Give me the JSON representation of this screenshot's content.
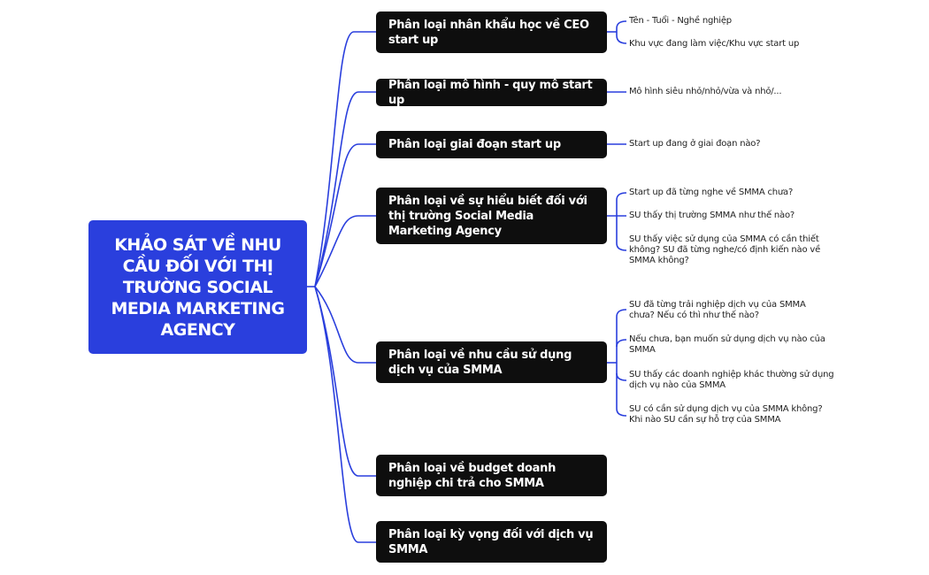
{
  "root": {
    "label": "KHẢO SÁT VỀ NHU CẦU ĐỐI VỚI THỊ TRƯỜNG SOCIAL MEDIA MARKETING AGENCY"
  },
  "colors": {
    "root_bg": "#2a3fdd",
    "branch_bg": "#0e0e0e",
    "connector": "#2a3fdd"
  },
  "branches": [
    {
      "label": "Phân loại nhân khẩu học về CEO start up",
      "children": [
        "Tên - Tuổi - Nghề nghiệp",
        "Khu vực đang làm việc/Khu vực start up"
      ]
    },
    {
      "label": "Phân loại mô hình - quy mô start up",
      "children": [
        "Mô hình siêu nhỏ/nhỏ/vừa và nhỏ/..."
      ]
    },
    {
      "label": "Phân loại giai đoạn start up",
      "children": [
        "Start up đang ở giai đoạn nào?"
      ]
    },
    {
      "label": "Phân loại về sự hiểu biết đối với thị trường Social Media Marketing Agency",
      "children": [
        "Start up đã từng nghe về SMMA chưa?",
        "SU thấy thị trường SMMA như thế nào?",
        "SU thấy việc sử dụng của SMMA có cần thiết không? SU đã từng nghe/có định kiến nào về SMMA không?"
      ]
    },
    {
      "label": "Phân loại về nhu cầu sử dụng dịch vụ của SMMA",
      "children": [
        "SU đã từng trải nghiệp dịch vụ của SMMA chưa? Nếu có thì như thế nào?",
        "Nếu chưa, bạn muốn sử dụng dịch vụ nào của SMMA",
        "SU thấy các doanh nghiệp khác thường sử dụng dịch vụ nào của SMMA",
        "SU có cần sử dụng dịch vụ của SMMA không? Khi nào SU cần sự hỗ trợ của SMMA"
      ]
    },
    {
      "label": "Phân loại về budget doanh nghiệp chi trả cho SMMA",
      "children": []
    },
    {
      "label": "Phân loại kỳ vọng đối với dịch vụ SMMA",
      "children": []
    }
  ]
}
